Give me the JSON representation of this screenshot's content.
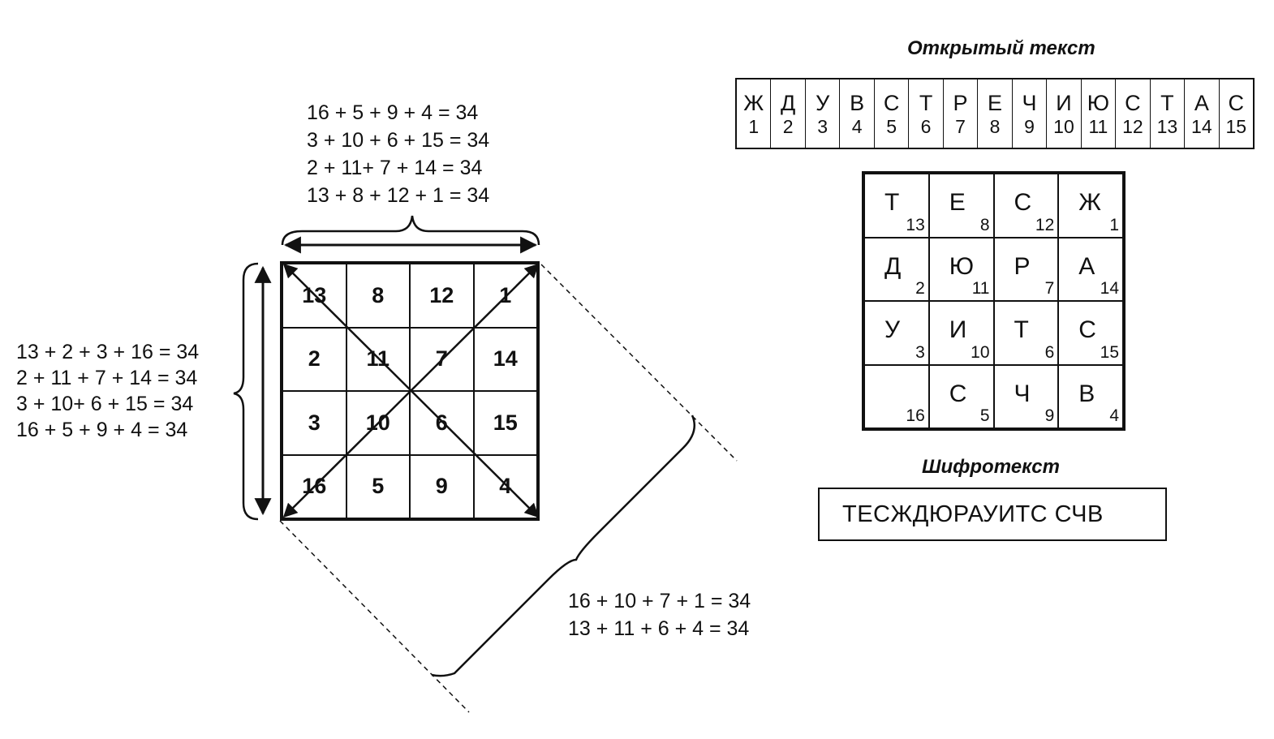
{
  "top_sums": [
    "16 + 5 + 9 + 4 = 34",
    "3 + 10 + 6 + 15 = 34",
    "2 + 11+ 7 + 14 = 34",
    "13 + 8 + 12 + 1 = 34"
  ],
  "left_sums": [
    "13 + 2 + 3 + 16 = 34",
    "2 + 11 + 7 + 14 = 34",
    "3 + 10+ 6 + 15 = 34",
    "16 + 5 + 9 + 4 = 34"
  ],
  "diag_sums": [
    "16 + 10 + 7 + 1 = 34",
    "13 + 11 + 6 + 4 = 34"
  ],
  "magic_square": [
    [
      "13",
      "8",
      "12",
      "1"
    ],
    [
      "2",
      "11",
      "7",
      "14"
    ],
    [
      "3",
      "10",
      "6",
      "15"
    ],
    [
      "16",
      "5",
      "9",
      "4"
    ]
  ],
  "plaintext_label": "Открытый текст",
  "plaintext": [
    {
      "l": "Ж",
      "n": "1"
    },
    {
      "l": "Д",
      "n": "2"
    },
    {
      "l": "У",
      "n": "3"
    },
    {
      "l": "В",
      "n": "4"
    },
    {
      "l": "С",
      "n": "5"
    },
    {
      "l": "Т",
      "n": "6"
    },
    {
      "l": "Р",
      "n": "7"
    },
    {
      "l": "Е",
      "n": "8"
    },
    {
      "l": "Ч",
      "n": "9"
    },
    {
      "l": "И",
      "n": "10"
    },
    {
      "l": "Ю",
      "n": "11"
    },
    {
      "l": "С",
      "n": "12"
    },
    {
      "l": "Т",
      "n": "13"
    },
    {
      "l": "А",
      "n": "14"
    },
    {
      "l": "С",
      "n": "15"
    }
  ],
  "cipher_grid": [
    [
      {
        "l": "Т",
        "n": "13"
      },
      {
        "l": "Е",
        "n": "8"
      },
      {
        "l": "С",
        "n": "12"
      },
      {
        "l": "Ж",
        "n": "1"
      }
    ],
    [
      {
        "l": "Д",
        "n": "2"
      },
      {
        "l": "Ю",
        "n": "11"
      },
      {
        "l": "Р",
        "n": "7"
      },
      {
        "l": "А",
        "n": "14"
      }
    ],
    [
      {
        "l": "У",
        "n": "3"
      },
      {
        "l": "И",
        "n": "10"
      },
      {
        "l": "Т",
        "n": "6"
      },
      {
        "l": "С",
        "n": "15"
      }
    ],
    [
      {
        "l": "",
        "n": "16"
      },
      {
        "l": "С",
        "n": "5"
      },
      {
        "l": "Ч",
        "n": "9"
      },
      {
        "l": "В",
        "n": "4"
      }
    ]
  ],
  "ciphertext_label": "Шифротекст",
  "ciphertext": "ТЕСЖДЮРАУИТС СЧВ"
}
